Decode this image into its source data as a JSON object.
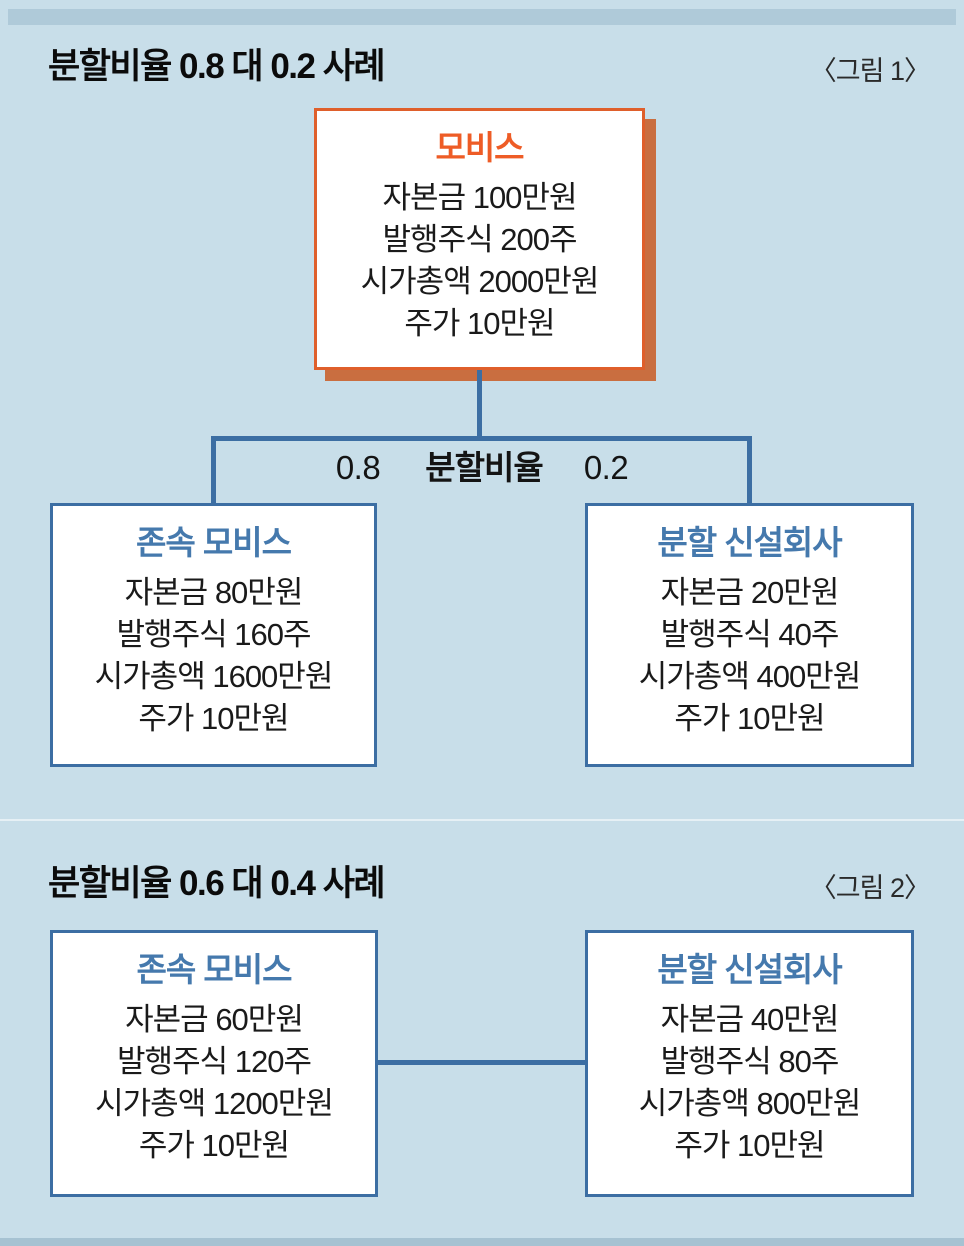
{
  "figure1": {
    "header": "분할비율 0.8 대 0.2 사례",
    "fig_label": "〈그림 1〉",
    "parent_company": {
      "title": "모비스",
      "lines": [
        "자본금 100만원",
        "발행주식 200주",
        "시가총액 2000만원",
        "주가 10만원"
      ]
    },
    "ratio": {
      "left_value": "0.8",
      "label": "분할비율",
      "right_value": "0.2"
    },
    "surviving_company": {
      "title": "존속 모비스",
      "lines": [
        "자본금 80만원",
        "발행주식 160주",
        "시가총액 1600만원",
        "주가 10만원"
      ]
    },
    "new_company": {
      "title": "분할 신설회사",
      "lines": [
        "자본금 20만원",
        "발행주식 40주",
        "시가총액 400만원",
        "주가 10만원"
      ]
    }
  },
  "figure2": {
    "header": "분할비율 0.6 대 0.4 사례",
    "fig_label": "〈그림 2〉",
    "surviving_company": {
      "title": "존속 모비스",
      "lines": [
        "자본금 60만원",
        "발행주식 120주",
        "시가총액 1200만원",
        "주가 10만원"
      ]
    },
    "new_company": {
      "title": "분할 신설회사",
      "lines": [
        "자본금 40만원",
        "발행주식 80주",
        "시가총액 800만원",
        "주가 10만원"
      ]
    }
  },
  "colors": {
    "background": "#c8dee9",
    "line_blue": "#3c6ea3",
    "title_blue": "#4579ad",
    "accent_orange": "#ee5c26",
    "orange_shadow": "#c96e40",
    "body_text": "#1a1a1a"
  }
}
